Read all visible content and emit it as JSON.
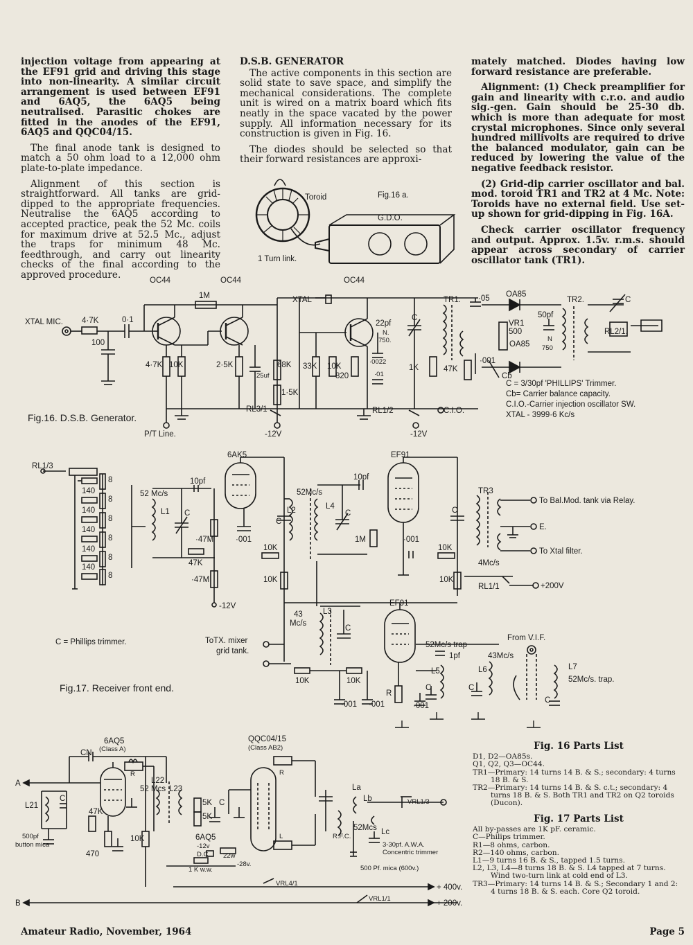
{
  "col1": {
    "p1": "injection voltage from appearing at the EF91 grid and driving this stage into non-linearity. A similar circuit arrangement is used between EF91 and 6AQ5, the 6AQ5 being neutralised. Parasitic chokes are fitted in the anodes of the EF91, 6AQ5 and QQC04/15.",
    "p2": "The final anode tank is designed to match a 50 ohm load to a 12,000 ohm plate-to-plate impedance.",
    "p3": "Alignment of this section is straightforward. All tanks are grid-dipped to the appropriate frequencies. Neutralise the 6AQ5 according to accepted practice, peak the 52 Mc. coils for maximum drive at 52.5 Mc., adjust the traps for minimum 48 Mc. feedthrough, and carry out linearity checks of the final according to the approved procedure."
  },
  "col2": {
    "heading": "D.S.B. GENERATOR",
    "p1": "The active components in this section are solid state to save space, and simplify the mechanical considerations. The complete unit is wired on a matrix board which fits neatly in the space vacated by the power supply. All information necessary for its construction is given in Fig. 16.",
    "p2": "The diodes should be selected so that their forward resistances are approxi-"
  },
  "col3": {
    "p1": "mately matched. Diodes having low forward resistance are preferable.",
    "p2_lead": "Alignment:",
    "p2": " (1) Check preamplifier for gain and linearity with c.r.o. and audio sig.-gen. Gain should be 25-30 db. which is more than adequate for most crystal microphones. Since only several hundred millivolts are required to drive the balanced modulator, gain can be reduced by lowering the value of the negative feedback resistor.",
    "p3": "(2) Grid-dip carrier oscillator and bal. mod. toroid TR1 and TR2 at 4 Mc. Note: Toroids have no external field. Use set-up shown for grid-dipping in Fig. 16A.",
    "p4": "Check carrier oscillator frequency and output. Approx. 1.5v. r.m.s. should appear across secondary of carrier oscillator tank (TR1)."
  },
  "fig16a": {
    "title": "Fig.16 a.",
    "toroid": "Toroid",
    "gdo": "G.D.O.",
    "link": "1 Turn link."
  },
  "fig16": {
    "caption": "Fig.16. D.S.B. Generator.",
    "xtal_mic": "XTAL MIC.",
    "r47k_in": "4·7K",
    "c01": "0·1",
    "c100": "100",
    "q1": "OC44",
    "q2": "OC44",
    "q3": "OC44",
    "r1m": "1M",
    "r47k": "4·7K",
    "r10k": "10K",
    "r25k": "2·5K",
    "c25uf": "25uf",
    "r68k": "68K",
    "r15k": "1·5K",
    "xtal": "XTAL",
    "c22pf": "22pf",
    "n750": "N.",
    "n750b": "750.",
    "r33k": "33K",
    "r10k2": "10K",
    "r820": "820",
    "c0022": "·0022",
    "c01b": "·01",
    "c_trim": "C",
    "r1k": "1K",
    "tr1": "TR1.",
    "c05": "·05",
    "c001": "·001",
    "r47k2": "47K",
    "oa85a": "OA85",
    "oa85b": "OA85",
    "vr1": "VR1",
    "vr500": "500",
    "c50pf": "50pf",
    "n750c": "N",
    "n750d": "750",
    "cb": "Cb",
    "tr2": "TR2.",
    "c_out": "C",
    "rl21": "RL2/1.",
    "rl31": "RL3/1",
    "rl12": "RL1/2",
    "cio": "C.I.O.",
    "pt_line": "P/T Line.",
    "m12v_a": "-12V",
    "m12v_b": "-12V",
    "note1": "C = 3/30pf 'PHILLIPS' Trimmer.",
    "note2": "Cb= Carrier balance capacity.",
    "note3": "C.I.O.-Carrier injection oscillator SW.",
    "note4": "XTAL - 3999·6 Kc/s"
  },
  "fig17": {
    "caption": "Fig.17. Receiver front end.",
    "rl13": "RL1/3",
    "r8": "8",
    "r140": "140",
    "f52a": "52 Mc/s",
    "l1": "L1",
    "c10pf_a": "10pf",
    "c_a": "C",
    "r47m_a": "·47M",
    "r47k": "47K",
    "r47m_b": "·47M",
    "m12v": "-12V",
    "v6ak5": "6AK5",
    "c001_a": "·001",
    "r10k_a": "10K",
    "r10k_b": "10K",
    "l2": "L2",
    "c_b": "C",
    "f52b": "52Mc/s",
    "l4": "L4",
    "c10pf_b": "10pf",
    "c_c": "C",
    "r1m": "1M",
    "ef91a": "EF91",
    "c001_b": "·001",
    "r10k_c": "10K",
    "r10k_d": "10K",
    "c_d": "C",
    "tr3": "TR3",
    "to_bal": "To Bal.Mod. tank via Relay.",
    "e": "E.",
    "to_xtal": "To Xtal filter.",
    "f4mc": "4Mc/s",
    "rl11": "RL1/1",
    "p200v": "+200V",
    "f43": "43",
    "f43b": "Mc/s",
    "l3": "L3",
    "c_e": "C",
    "ef91b": "EF91",
    "phillips": "C = Phillips trimmer.",
    "totx": "ToTX. mixer",
    "gridtank": "grid tank.",
    "r10k_e": "10K",
    "r10k_f": "10K",
    "c001_c": "·001",
    "c001_d": "·001",
    "c001_e": "·001",
    "r_r": "R",
    "trap52": "52Mc/s trap",
    "c1pf": "1pf",
    "f43c": "43Mc/s",
    "l5": "L5",
    "l6": "L6",
    "c_f": "C",
    "c_g": "C",
    "from_vif": "From V.I.F.",
    "l7": "L7",
    "trap52b": "52Mc/s. trap.",
    "c_h": "C"
  },
  "fig18": {
    "v6aq5": "6AQ5",
    "classa": "(Class A)",
    "vqqc": "QQC04/15",
    "classab": "(Class AB2)",
    "cn": "CN",
    "a": "A",
    "b": "B",
    "l21": "L21",
    "c_a": "C",
    "r47k": "47K",
    "c500pf": "500pf",
    "button": "button mica",
    "c470": "470",
    "l22": "L22",
    "f52": "52 Mcs",
    "l23": "L23",
    "r10k": "10K",
    "r5k_a": "5K",
    "r5k_b": "5K",
    "c_b": "C",
    "v6aq5b": "6AQ5",
    "m12v": "-12v",
    "dc": "D.C.",
    "r22w": "22w",
    "r1kww": "1 K w.w.",
    "m28v": "-28v.",
    "la": "La",
    "lb": "Lb",
    "lc": "Lc",
    "rfc": "R.F.C.",
    "f52b": "52Mcs",
    "trim": "3-30pf. A.W.A.",
    "trim2": "Concentric trimmer",
    "c500mica": "500 Pf. mica (600v.)",
    "vrl13": "VRL1/3",
    "vrl41": "VRL4/1",
    "vrl11": "VRL1/1",
    "p400": "+ 400v.",
    "p200": "+ 200v.",
    "r": "R",
    "l": "L"
  },
  "parts16": {
    "heading": "Fig. 16 Parts List",
    "items": [
      "D1, D2—OA85s.",
      "Q1, Q2, Q3—OC44.",
      "TR1—Primary: 14 turns 14 B. & S.; secondary: 4 turns 18 B. & S.",
      "TR2—Primary: 14 turns 14 B. & S. c.t.; secondary: 4 turns 18 B. & S. Both TR1 and TR2 on Q2 toroids (Ducon)."
    ]
  },
  "parts17": {
    "heading": "Fig. 17 Parts List",
    "items": [
      "All by-passes are 1K pF. ceramic.",
      "C—Philips trimmer.",
      "R1—8 ohms, carbon.",
      "R2—140 ohms, carbon.",
      "L1—9 turns 16 B. & S., tapped 1.5 turns.",
      "L2, L3, L4—8 turns 18 B. & S. L4 tapped at 7 turns. Wind two-turn link at cold end of L3.",
      "TR3—Primary: 14 turns 14 B. & S.; Secondary 1 and 2: 4 turns 18 B. & S. each. Core Q2 toroid."
    ]
  },
  "footer": {
    "left": "Amateur Radio, November, 1964",
    "right": "Page 5"
  }
}
